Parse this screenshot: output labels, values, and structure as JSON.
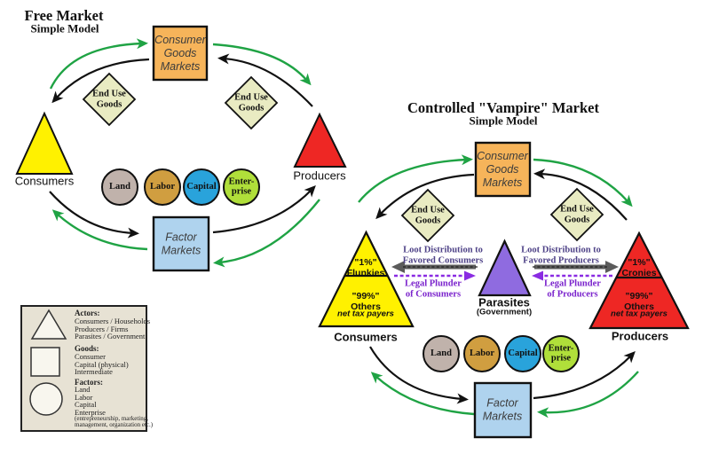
{
  "left_diagram": {
    "title": "Free Market",
    "subtitle": "Simple Model",
    "consumer_goods_markets": "Consumer\nGoods\nMarkets",
    "factor_markets": "Factor\nMarkets",
    "end_use_goods_left": "End Use\nGoods",
    "end_use_goods_right": "End Use\nGoods",
    "consumers_label": "Consumers",
    "producers_label": "Producers",
    "factors": [
      "Land",
      "Labor",
      "Capital",
      "Enter-\nprise"
    ]
  },
  "right_diagram": {
    "title": "Controlled \"Vampire\" Market",
    "subtitle": "Simple Model",
    "consumer_goods_markets": "Consumer\nGoods\nMarkets",
    "factor_markets": "Factor\nMarkets",
    "end_use_goods_left": "End Use\nGoods",
    "end_use_goods_right": "End Use\nGoods",
    "consumers_label": "Consumers",
    "producers_label": "Producers",
    "parasites_label": "Parasites",
    "government_label": "(Government)",
    "consumers_triangle_top": "\"1%\"\nFlunkies",
    "consumers_triangle_bottom": "\"99%\"\nOthers",
    "consumers_triangle_note": "net tax payers",
    "producers_triangle_top": "\"1%\"\nCronies",
    "producers_triangle_bottom": "\"99%\"\nOthers",
    "producers_triangle_note": "net tax payers",
    "loot_to_consumers": "Loot Distribution to\nFavored Consumers",
    "plunder_of_consumers": "Legal Plunder\nof Consumers",
    "loot_to_producers": "Loot Distribution to\nFavored Producers",
    "plunder_of_producers": "Legal Plunder\nof Producers",
    "factors": [
      "Land",
      "Labor",
      "Capital",
      "Enter-\nprise"
    ]
  },
  "legend": {
    "actors_header": "Actors:",
    "actors_items": "Consumers / Households\nProducers / Firms\nParasites / Government",
    "goods_header": "Goods:",
    "goods_items": "Consumer\nCapital (physical)\nIntermediate",
    "factors_header": "Factors:",
    "factors_items": "Land\nLabor\nCapital\nEnterprise",
    "factors_note": "(entrepreneurship, marketing,\nmanagement, organization etc.)"
  },
  "colors": {
    "green_arrow": "#1FA344",
    "black_arrow": "#111111",
    "gray_arrow": "#5B5B5B",
    "purple_arrow": "#8A2BE2",
    "loot_text": "#4E4287",
    "plunder_text": "#7A22CC",
    "consumer_goods_fill": "#F6B45A",
    "factor_markets_fill": "#AFD3EE",
    "end_use_goods_fill": "#E9EBC2",
    "consumers_fill": "#FFF100",
    "producers_fill": "#EE2724",
    "parasites_fill": "#8F6BE0",
    "land_fill": "#C0B2AB",
    "labor_fill": "#D09E40",
    "capital_fill": "#29A3DB",
    "enterprise_fill": "#B0DF3A",
    "legend_bg": "#E7E2D4",
    "legend_shape_fill": "#F8F6EE"
  }
}
